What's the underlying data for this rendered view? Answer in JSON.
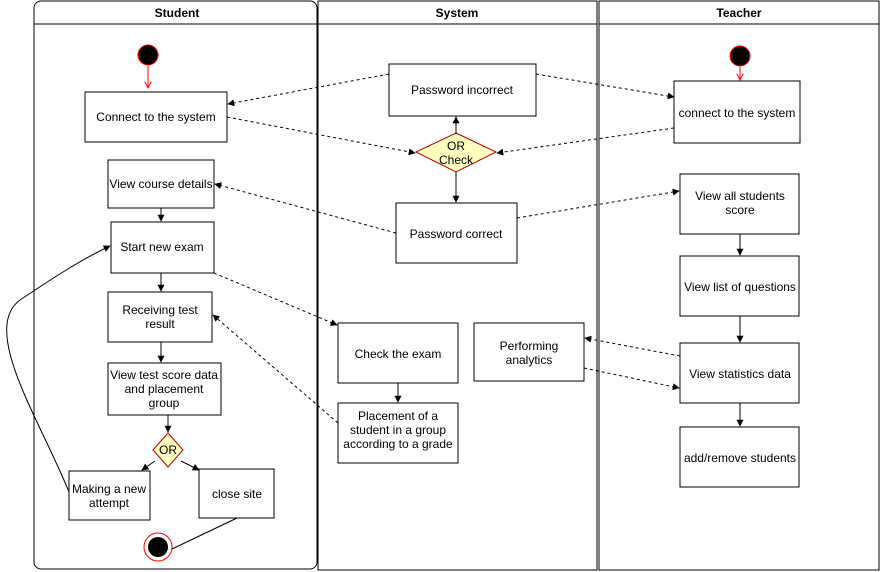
{
  "lanes": {
    "student": "Student",
    "system": "System",
    "teacher": "Teacher"
  },
  "student": {
    "connect": [
      "Connect to the system"
    ],
    "view_course": [
      "View course details"
    ],
    "start_exam": [
      "Start new exam"
    ],
    "receiving": [
      "Receiving test",
      "result"
    ],
    "view_score": [
      "View test score data",
      "and placement",
      "group"
    ],
    "decision": "OR",
    "new_attempt": [
      "Making a new",
      "attempt"
    ],
    "close_site": [
      "close site"
    ]
  },
  "system": {
    "pw_incorrect": [
      "Password incorrect"
    ],
    "decision": [
      "OR",
      "Check"
    ],
    "pw_correct": [
      "Password correct"
    ],
    "check_exam": [
      "Check the exam"
    ],
    "placement": [
      "Placement of a",
      "student in a group",
      "according to a grade"
    ],
    "analytics": [
      "Performing",
      "analytics"
    ]
  },
  "teacher": {
    "connect": [
      "connect to the system"
    ],
    "view_scores": [
      "View all students",
      "score"
    ],
    "view_questions": [
      "View list of questions"
    ],
    "view_stats": [
      "View statistics data"
    ],
    "add_remove": [
      "add/remove students"
    ]
  }
}
